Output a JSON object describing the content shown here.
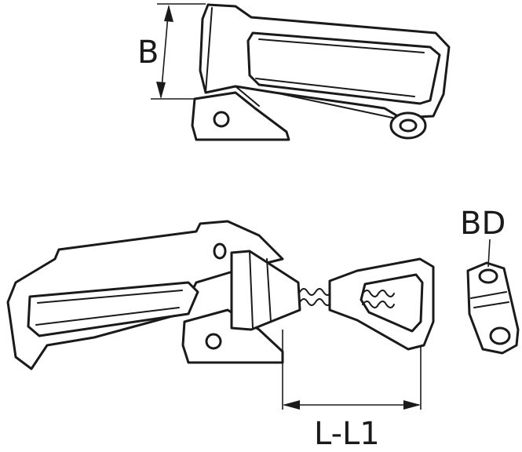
{
  "labels": {
    "height": "B",
    "bore_diameter": "BD",
    "length": "L-L1"
  },
  "colors": {
    "line": "#1a1a1a",
    "background": "#ffffff"
  }
}
